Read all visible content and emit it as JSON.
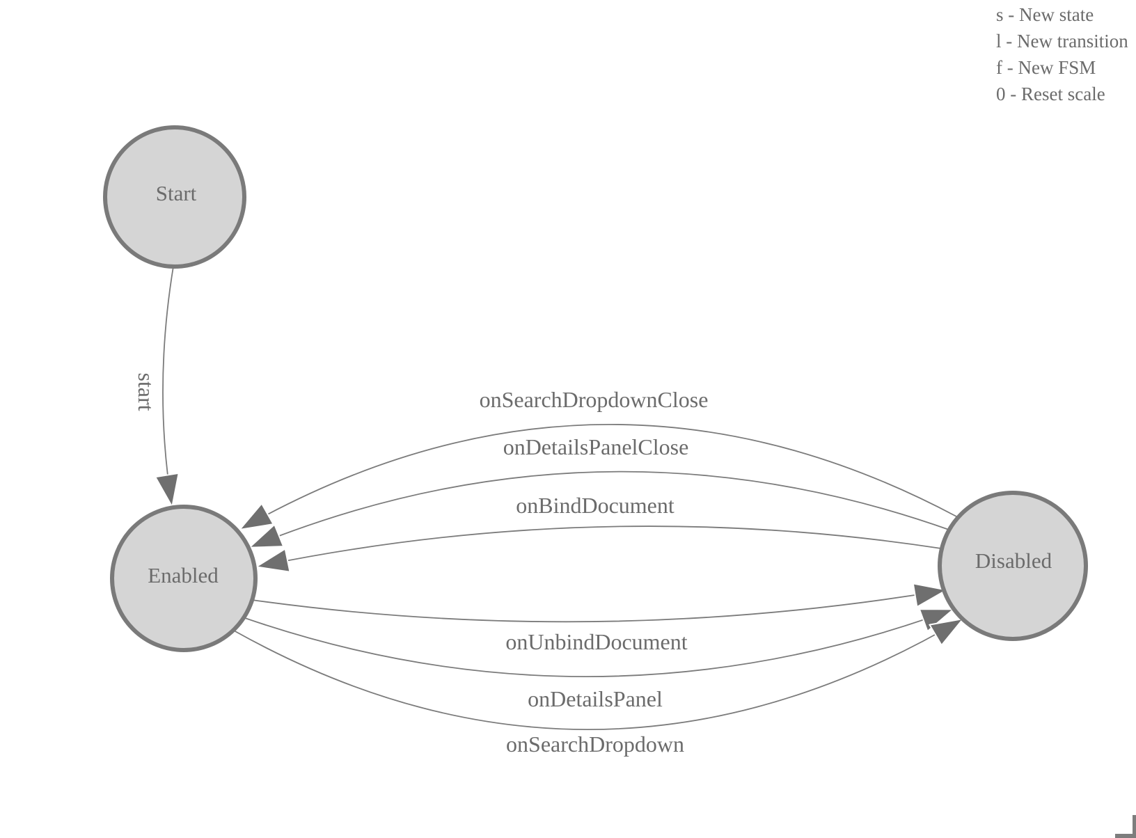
{
  "shortcuts": {
    "lines": [
      "s - New state",
      "l - New transition",
      "f - New FSM",
      "0 - Reset scale"
    ]
  },
  "fsm": {
    "states": [
      {
        "name": "Start"
      },
      {
        "name": "Enabled"
      },
      {
        "name": "Disabled"
      }
    ],
    "transitions": [
      {
        "event": "start",
        "from": "Start",
        "to": "Enabled"
      },
      {
        "event": "onSearchDropdownClose",
        "from": "Disabled",
        "to": "Enabled"
      },
      {
        "event": "onDetailsPanelClose",
        "from": "Disabled",
        "to": "Enabled"
      },
      {
        "event": "onBindDocument",
        "from": "Disabled",
        "to": "Enabled"
      },
      {
        "event": "onUnbindDocument",
        "from": "Enabled",
        "to": "Disabled"
      },
      {
        "event": "onDetailsPanel",
        "from": "Enabled",
        "to": "Disabled"
      },
      {
        "event": "onSearchDropdown",
        "from": "Enabled",
        "to": "Disabled"
      }
    ]
  },
  "colors": {
    "node-fill": "#d5d5d5",
    "node-stroke": "#7a7a7a",
    "edge-line": "#7b7b7b",
    "arrow-fill": "#6f6f6f",
    "text": "#6b6b6b",
    "background": "#ffffff",
    "corner-mark": "#7d7d7d"
  }
}
